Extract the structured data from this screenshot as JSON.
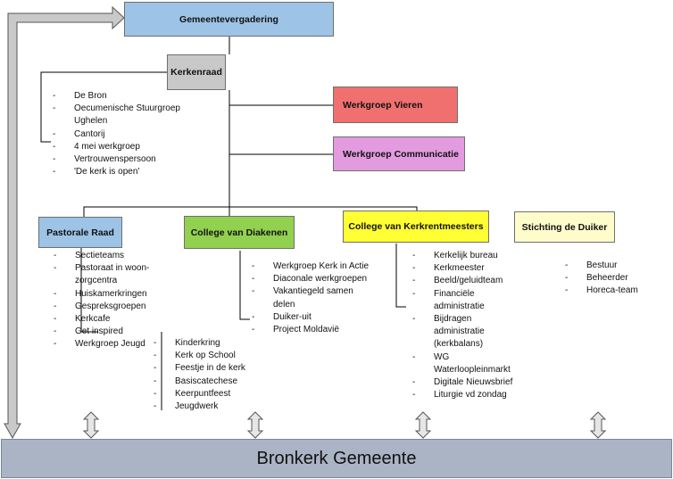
{
  "nodes": {
    "gemeentevergadering": "Gemeentevergadering",
    "kerkenraad": "Kerkenraad",
    "werkgroep_vieren": "Werkgroep Vieren",
    "werkgroep_communicatie": "Werkgroep Communicatie",
    "pastorale_raad": "Pastorale Raad",
    "college_diakenen": "College van Diakenen",
    "college_kerkrentmeesters": "College van Kerkrentmeesters",
    "stichting_duiker": "Stichting de Duiker",
    "footer": "Bronkerk Gemeente"
  },
  "colors": {
    "gemeentevergadering": "#9dc3e6",
    "kerkenraad": "#c8c8c8",
    "werkgroep_vieren": "#f07070",
    "werkgroep_communicatie": "#e39be0",
    "pastorale_raad": "#9dc3e6",
    "college_diakenen": "#92d050",
    "college_kerkrentmeesters": "#ffff33",
    "stichting_duiker": "#fffccc",
    "footer": "#aab4c4"
  },
  "lists": {
    "kerkenraad": [
      "De Bron",
      "Oecumenische Stuurgroep",
      "Ughelen",
      "Cantorij",
      "4 mei werkgroep",
      "Vertrouwenspersoon",
      "'De kerk is open'"
    ],
    "pastorale": [
      "Sectieteams",
      "Pastoraat in woon-",
      "zorgcentra",
      "Huiskamerkringen",
      "Gespreksgroepen",
      "Kerkcafe",
      "Get inspired",
      "Werkgroep Jeugd"
    ],
    "jeugd": [
      "Kinderkring",
      "Kerk op School",
      "Feestje in de kerk",
      "Basiscatechese",
      "Keerpuntfeest",
      "Jeugdwerk"
    ],
    "diakenen": [
      "Werkgroep Kerk in Actie",
      "Diaconale werkgroepen",
      "Vakantiegeld samen",
      "delen",
      "Duiker-uit",
      "Project Moldavië"
    ],
    "kerkrentmeesters": [
      "Kerkelijk bureau",
      "Kerkmeester",
      "Beeld/geluidteam",
      "Financiële",
      "administratie",
      "Bijdragen",
      "administratie",
      "(kerkbalans)",
      "WG",
      "Waterloopleinmarkt",
      "Digitale Nieuwsbrief",
      "Liturgie vd zondag"
    ],
    "duiker": [
      "Bestuur",
      "Beheerder",
      "Horeca-team"
    ]
  }
}
